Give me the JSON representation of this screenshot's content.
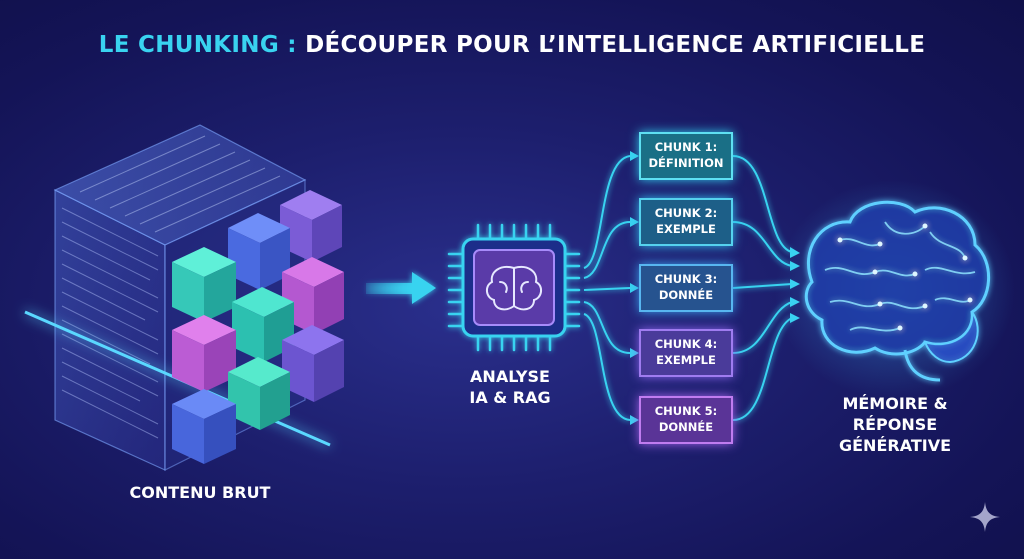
{
  "title": {
    "accent": "LE CHUNKING :",
    "rest": "DÉCOUPER POUR L’INTELLIGENCE ARTIFICIELLE"
  },
  "labels": {
    "raw_content": "CONTENU BRUT",
    "ai_line1": "ANALYSE",
    "ai_line2": "IA & RAG",
    "memory_line1": "MÉMOIRE &",
    "memory_line2": "RÉPONSE",
    "memory_line3": "GÉNÉRATIVE"
  },
  "chunks": [
    {
      "line1": "CHUNK 1:",
      "line2": "DÉFINITION"
    },
    {
      "line1": "CHUNK 2:",
      "line2": "EXEMPLE"
    },
    {
      "line1": "CHUNK 3:",
      "line2": "DONNÉE"
    },
    {
      "line1": "CHUNK 4:",
      "line2": "EXEMPLE"
    },
    {
      "line1": "CHUNK 5:",
      "line2": "DONNÉE"
    }
  ],
  "icons": {
    "cube": "data-cube-icon",
    "chip": "ai-chip-icon",
    "brain": "brain-icon",
    "arrow": "arrow-right-icon",
    "sparkle": "sparkle-icon"
  },
  "colors": {
    "background": "#1d1f6e",
    "accent_cyan": "#39d3f0",
    "teal": "#1a6f86",
    "purple": "#5a3497"
  }
}
